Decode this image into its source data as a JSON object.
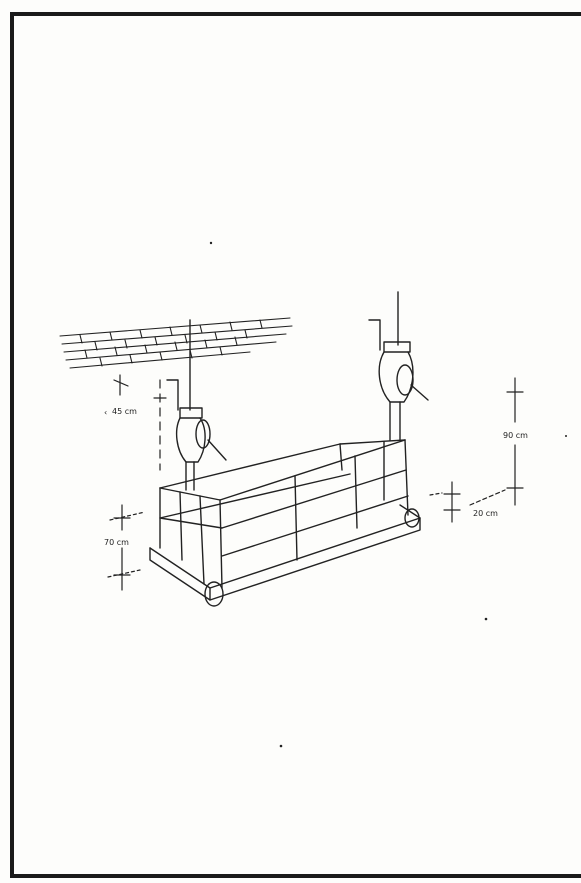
{
  "diagram": {
    "labels": {
      "wall_clearance": "45 cm",
      "guardrail_height": "90 cm",
      "gap_distance": "20 cm",
      "platform_height": "70 cm"
    }
  }
}
